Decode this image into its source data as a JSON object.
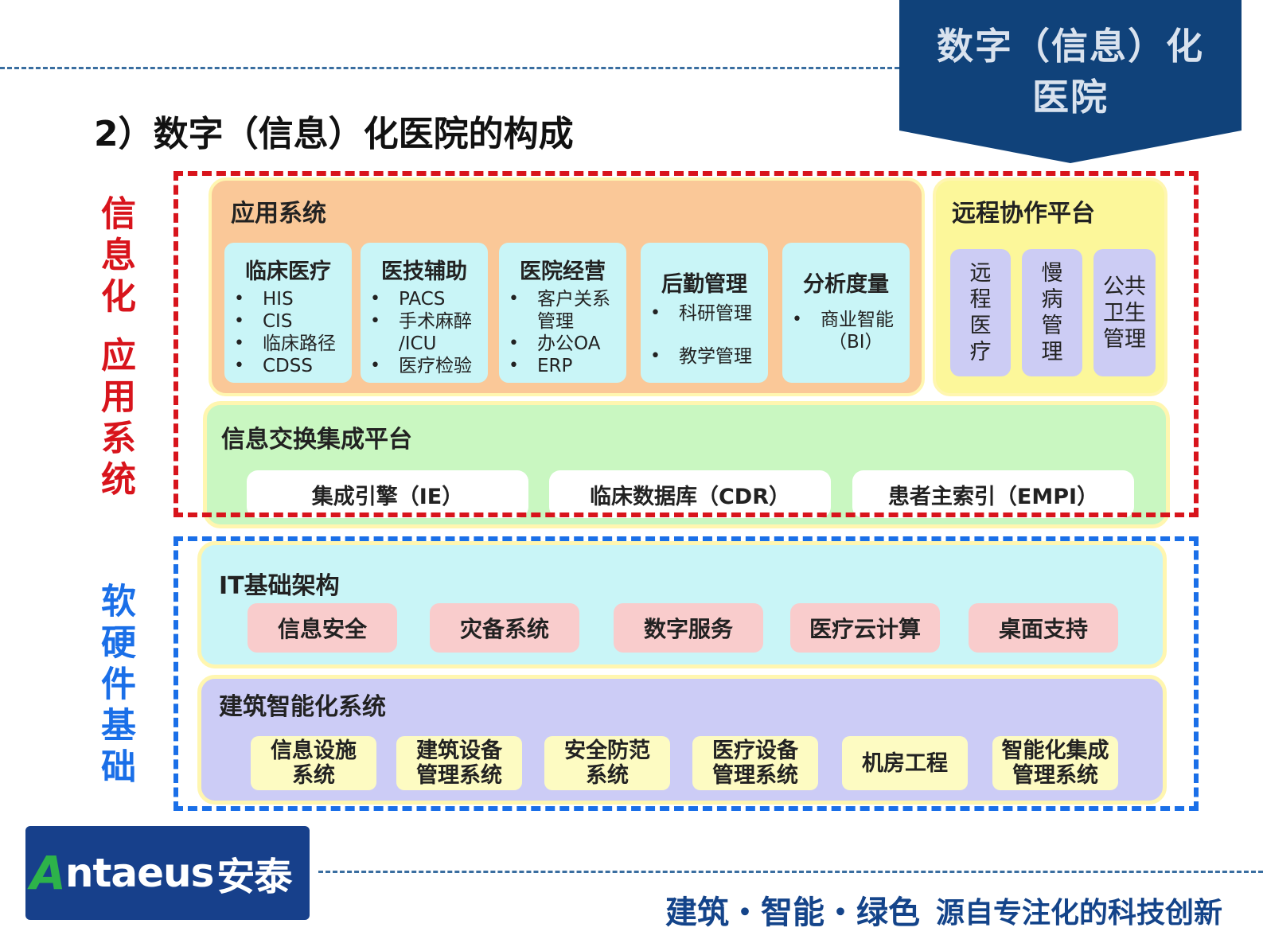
{
  "banner": {
    "line1": "数字（信息）化",
    "line2": "医院"
  },
  "page_title": "2）数字（信息）化医院的构成",
  "side_labels": {
    "red_top": "信息化",
    "red_bottom": "应用系统",
    "blue": "软硬件基础"
  },
  "app_system": {
    "title": "应用系统",
    "cards": [
      {
        "title": "临床医疗",
        "items": [
          "HIS",
          "CIS",
          "临床路径",
          "CDSS"
        ]
      },
      {
        "title": "医技辅助",
        "items": [
          "PACS",
          "手术麻醉",
          "/ICU",
          "医疗检验"
        ]
      },
      {
        "title": "医院经营",
        "items": [
          "客户关系",
          "管理",
          "办公OA",
          "ERP"
        ]
      },
      {
        "title": "后勤管理",
        "items": [
          "科研管理",
          "教学管理"
        ]
      },
      {
        "title": "分析度量",
        "items": [
          "商业智能",
          "（BI）"
        ]
      }
    ]
  },
  "remote": {
    "title": "远程协作平台",
    "items": [
      "远程医疗",
      "慢病管理",
      "公共卫生管理"
    ]
  },
  "exchange": {
    "title": "信息交换集成平台",
    "items": [
      "集成引擎（IE）",
      "临床数据库（CDR）",
      "患者主索引（EMPI）"
    ]
  },
  "it_infra": {
    "title": "IT基础架构",
    "items": [
      "信息安全",
      "灾备系统",
      "数字服务",
      "医疗云计算",
      "桌面支持"
    ]
  },
  "building": {
    "title": "建筑智能化系统",
    "items": [
      "信息设施系统",
      "建筑设备管理系统",
      "安全防范系统",
      "医疗设备管理系统",
      "机房工程",
      "智能化集成管理系统"
    ]
  },
  "footer": {
    "logo_mark": "A",
    "logo_text": "ntaeus",
    "logo_cn": "安泰",
    "slogan_left": "建筑・智能・绿色",
    "slogan_right": "源自专注化的科技创新"
  },
  "colors": {
    "banner": "#10427a",
    "red_frame": "#d8141c",
    "blue_frame": "#1a6fe8",
    "app_bg": "#fac898",
    "remote_bg": "#fcf79a",
    "exchange_bg": "#c9f7c1",
    "it_bg": "#c9f5f7",
    "building_bg": "#ccccf6"
  }
}
